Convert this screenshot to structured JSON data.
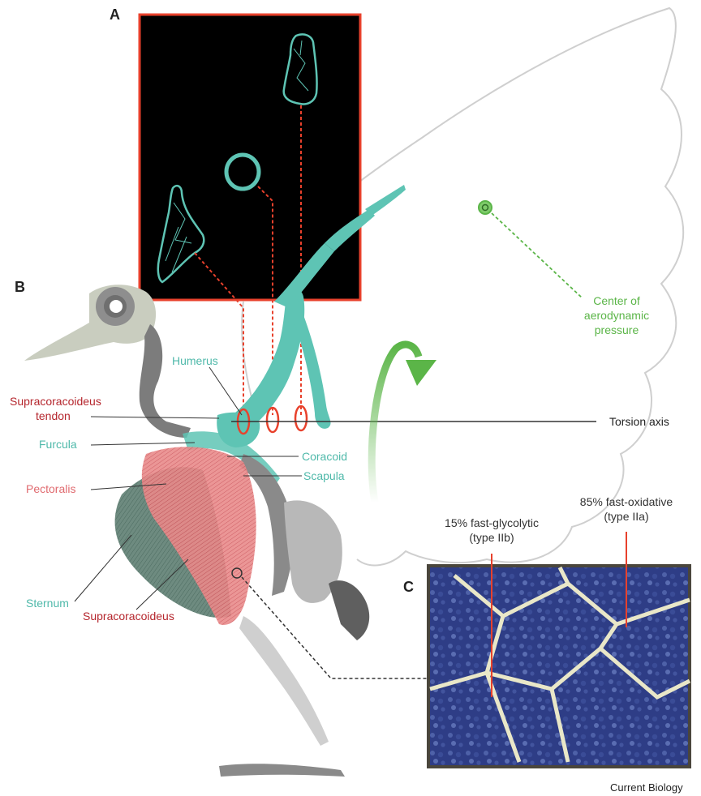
{
  "panels": {
    "a": "A",
    "b": "B",
    "c": "C"
  },
  "labels": {
    "humerus": "Humerus",
    "supra_tendon_1": "Supracoracoideus",
    "supra_tendon_2": "tendon",
    "furcula": "Furcula",
    "coracoid": "Coracoid",
    "scapula": "Scapula",
    "pectoralis": "Pectoralis",
    "sternum": "Sternum",
    "supracoracoideus": "Supracoracoideus",
    "torsion_axis": "Torsion axis",
    "center_1": "Center of",
    "center_2": "aerodynamic",
    "center_3": "pressure",
    "glyco_1": "15% fast-glycolytic",
    "glyco_2": "(type IIb)",
    "oxid_1": "85% fast-oxidative",
    "oxid_2": "(type IIa)"
  },
  "footer": "Current Biology",
  "colors": {
    "bone_teal": "#5ec4b4",
    "label_teal": "#4fb9aa",
    "label_red": "#b5262d",
    "label_pink": "#e06a6f",
    "label_green": "#5bb548",
    "accent_red": "#e8412c",
    "skeleton_gray": "#8c8c8c",
    "histo_bg": "#e9e7c8",
    "histo_blue": "#2f3f8a",
    "frame": "#4a463c"
  }
}
